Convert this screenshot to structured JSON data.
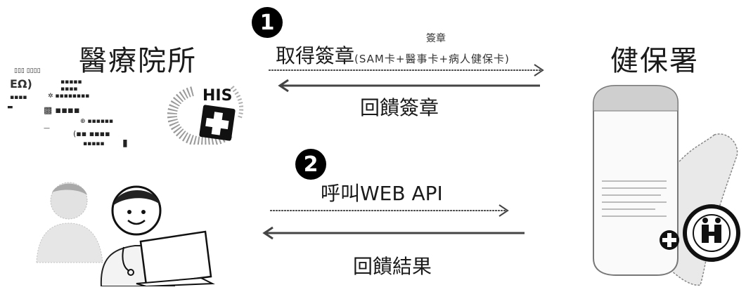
{
  "left": {
    "title": "醫療院所",
    "his_label": "HIS"
  },
  "right": {
    "title": "健保署"
  },
  "steps": [
    {
      "number": "1",
      "request": {
        "main": "取得簽章",
        "detail": "(SAM卡+醫事卡+病人健保卡)",
        "note": "簽章"
      },
      "response": "回饋簽章"
    },
    {
      "number": "2",
      "request": {
        "main": "呼叫WEB API"
      },
      "response": "回饋結果"
    }
  ],
  "colors": {
    "his_accent": "#d21f1f",
    "arrow": "#555555",
    "tablet_border": "#777777"
  }
}
